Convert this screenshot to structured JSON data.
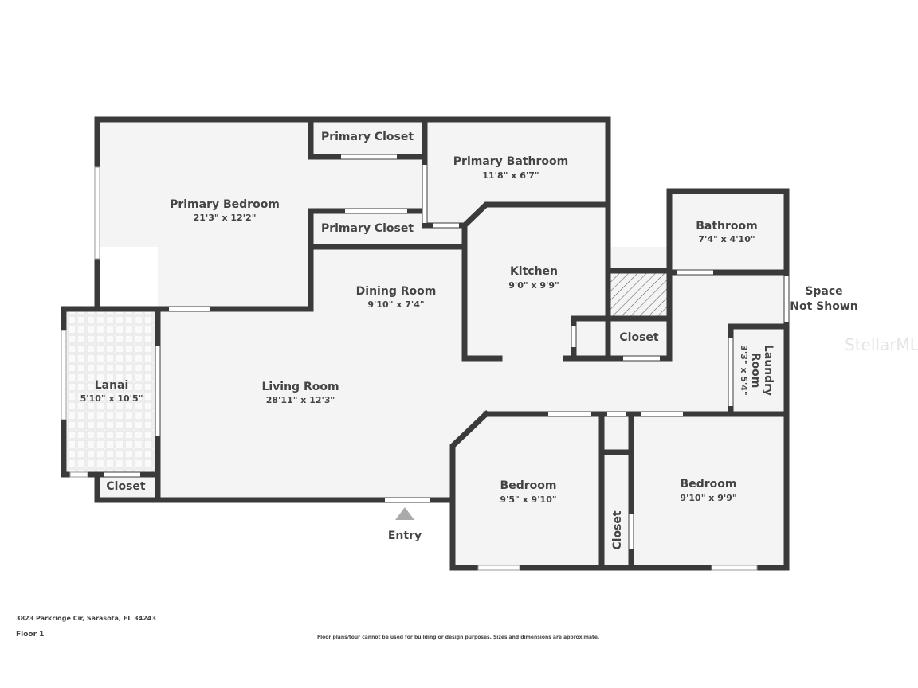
{
  "rooms": {
    "primary_bedroom": {
      "name": "Primary Bedroom",
      "dims": "21'3\" x 12'2\""
    },
    "primary_closet_top": {
      "name": "Primary Closet"
    },
    "primary_closet_bottom": {
      "name": "Primary Closet"
    },
    "primary_bathroom": {
      "name": "Primary Bathroom",
      "dims": "11'8\" x 6'7\""
    },
    "kitchen": {
      "name": "Kitchen",
      "dims": "9'0\" x 9'9\""
    },
    "bathroom": {
      "name": "Bathroom",
      "dims": "7'4\" x 4'10\""
    },
    "dining_room": {
      "name": "Dining Room",
      "dims": "9'10\" x 7'4\""
    },
    "living_room": {
      "name": "Living Room",
      "dims": "28'11\" x 12'3\""
    },
    "lanai": {
      "name": "Lanai",
      "dims": "5'10\" x 10'5\""
    },
    "lanai_closet": {
      "name": "Closet"
    },
    "kitchen_closet": {
      "name": "Closet"
    },
    "laundry_room": {
      "name_line1": "Laundry",
      "name_line2": "Room",
      "dims": "3'3\" x 5'4\""
    },
    "bedroom_left": {
      "name": "Bedroom",
      "dims": "9'5\" x 9'10\""
    },
    "bedroom_right": {
      "name": "Bedroom",
      "dims": "9'10\" x 9'9\""
    },
    "hall_closet": {
      "name": "Closet"
    }
  },
  "space_not_shown": {
    "line1": "Space",
    "line2": "Not Shown"
  },
  "entry": {
    "label": "Entry",
    "icon": "triangle-up-icon"
  },
  "watermark": "StellarMLS",
  "footer": {
    "address": "3823 Parkridge Cir, Sarasota, FL 34243",
    "floor": "Floor 1",
    "disclaimer": "Floor plans/tour cannot be used for building or design purposes. Sizes and dimensions are approximate."
  },
  "colors": {
    "wall": "#3a3a3a",
    "floor": "#f4f4f4",
    "text": "#444444"
  }
}
